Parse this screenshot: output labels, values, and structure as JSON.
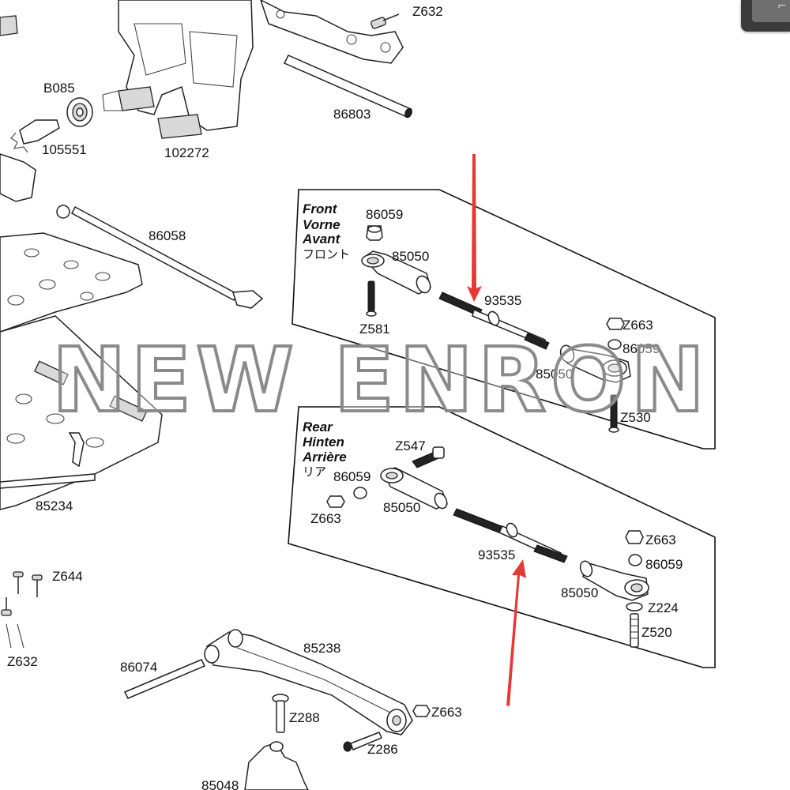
{
  "front_group": {
    "titles": [
      "Front",
      "Vorne",
      "Avant",
      "フロント"
    ],
    "parts": [
      "86059",
      "85050",
      "93535",
      "Z581",
      "Z663",
      "86059",
      "85050",
      "Z530"
    ]
  },
  "rear_group": {
    "titles": [
      "Rear",
      "Hinten",
      "Arrière",
      "リア"
    ],
    "parts": [
      "Z547",
      "86059",
      "Z663",
      "85050",
      "93535",
      "Z663",
      "86059",
      "85050",
      "Z224",
      "Z520"
    ]
  },
  "other_parts": {
    "z632_top": "Z632",
    "p86803": "86803",
    "b085": "B085",
    "p105551": "105551",
    "p102272": "102272",
    "p86058": "86058",
    "p85234": "85234",
    "z644": "Z644",
    "z632_bottom": "Z632",
    "p86074": "86074",
    "p85238": "85238",
    "z663_bottom": "Z663",
    "z288": "Z288",
    "z286": "Z286",
    "p85048": "85048"
  },
  "watermark": "NEW ENRON",
  "colors": {
    "arrow": "#e53935",
    "line": "#222222",
    "watermark_outline": "#8a8a8a"
  },
  "icons": {
    "corner": "window-corner-icon",
    "arrows": "red-pointer-arrow-icon"
  }
}
